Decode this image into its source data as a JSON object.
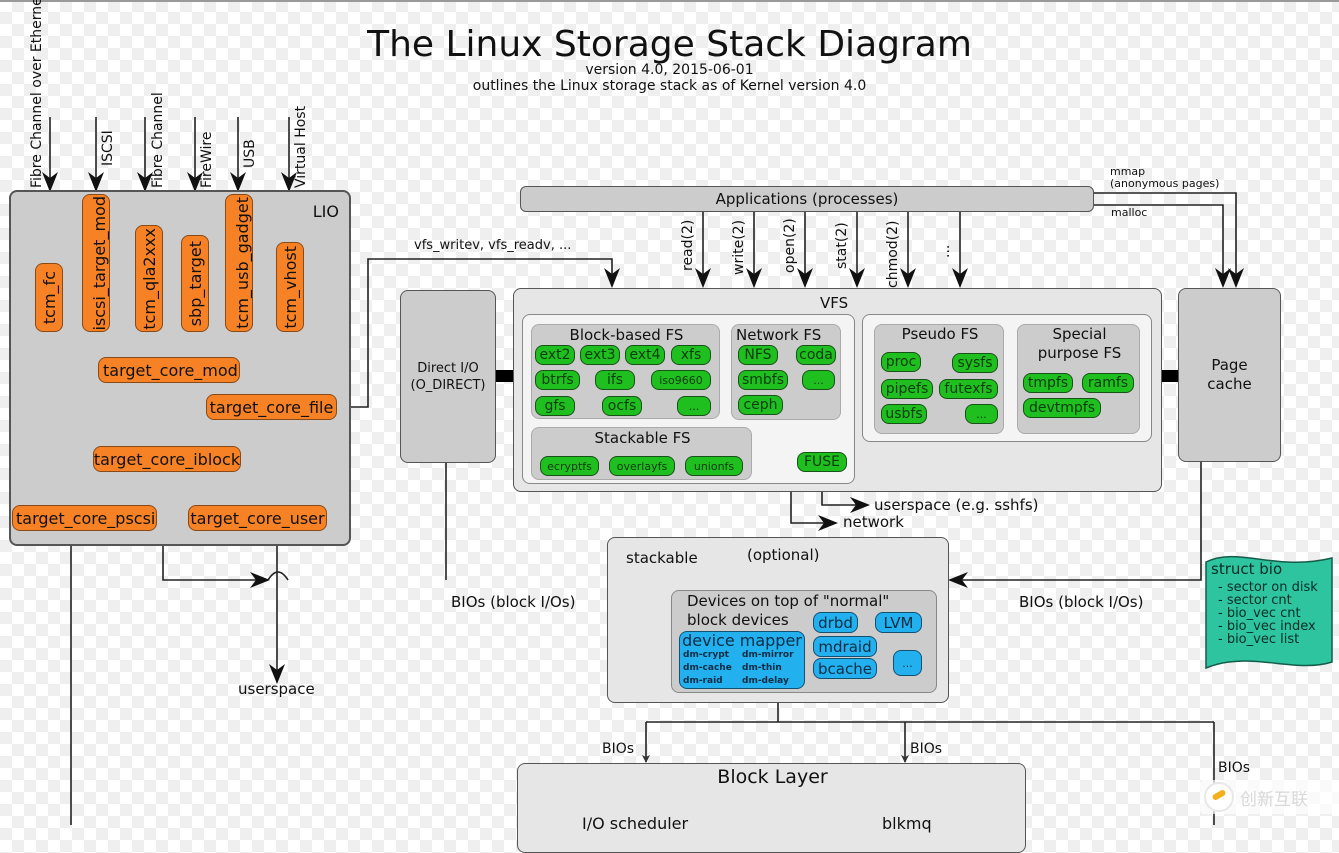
{
  "header": {
    "title": "The Linux Storage Stack Diagram",
    "version": "version 4.0, 2015-06-01",
    "subtitle": "outlines the Linux storage stack as of Kernel version 4.0"
  },
  "lio": {
    "label": "LIO",
    "inputs": [
      "Fibre Channel over Ethernet",
      "ISCSI",
      "Fibre Channel",
      "FireWire",
      "USB",
      "Virtual Host"
    ],
    "fabric_modules": [
      "tcm_fc",
      "iscsi_target_mod",
      "tcm_qla2xxx",
      "sbp_target",
      "tcm_usb_gadget",
      "tcm_vhost"
    ],
    "core": "target_core_mod",
    "backends": {
      "file": "target_core_file",
      "iblock": "target_core_iblock",
      "pscsi": "target_core_pscsi",
      "user": "target_core_user"
    }
  },
  "applications": {
    "label": "Applications (processes)",
    "syscalls": [
      "read(2)",
      "write(2)",
      "open(2)",
      "stat(2)",
      "chmod(2)",
      "..."
    ],
    "mmap": "mmap",
    "mmap_note": "(anonymous pages)",
    "malloc": "malloc"
  },
  "vfs_calls": "vfs_writev, vfs_readv, ...",
  "direct_io": {
    "line1": "Direct I/O",
    "line2": "(O_DIRECT)"
  },
  "vfs": {
    "label": "VFS",
    "block_fs": {
      "label": "Block-based FS",
      "items": [
        "ext2",
        "ext3",
        "ext4",
        "xfs",
        "btrfs",
        "ifs",
        "iso9660",
        "gfs",
        "ocfs",
        "..."
      ]
    },
    "network_fs": {
      "label": "Network FS",
      "items": [
        "NFS",
        "coda",
        "smbfs",
        "...",
        "ceph"
      ]
    },
    "stackable_fs": {
      "label": "Stackable FS",
      "items": [
        "ecryptfs",
        "overlayfs",
        "unionfs"
      ]
    },
    "fuse": "FUSE",
    "pseudo_fs": {
      "label": "Pseudo FS",
      "items": [
        "proc",
        "sysfs",
        "pipefs",
        "futexfs",
        "usbfs",
        "..."
      ]
    },
    "special_fs": {
      "label_line1": "Special",
      "label_line2": "purpose FS",
      "items": [
        "tmpfs",
        "ramfs",
        "devtmpfs"
      ]
    }
  },
  "page_cache": {
    "line1": "Page",
    "line2": "cache"
  },
  "fuse_target": "userspace (e.g. sshfs)",
  "network_target": "network",
  "lio_userspace": "userspace",
  "bios_left": "BIOs (block I/Os)",
  "bios_right": "BIOs (block I/Os)",
  "stacked": {
    "stackable": "stackable",
    "optional": "(optional)",
    "inner_line1": "Devices on top of \"normal\"",
    "inner_line2": "block devices",
    "device_mapper": {
      "label": "device mapper",
      "targets": [
        "dm-crypt",
        "dm-mirror",
        "dm-cache",
        "dm-thin",
        "dm-raid",
        "dm-delay"
      ]
    },
    "devices": [
      "drbd",
      "LVM",
      "mdraid",
      "bcache",
      "..."
    ]
  },
  "struct_bio": {
    "title": "struct bio",
    "fields": [
      "- sector on disk",
      "- sector cnt",
      "- bio_vec cnt",
      "- bio_vec index",
      "- bio_vec list"
    ]
  },
  "block_layer": {
    "label": "Block Layer",
    "io_scheduler": "I/O scheduler",
    "blkmq": "blkmq",
    "bios_a": "BIOs",
    "bios_b": "BIOs",
    "bios_c": "BIOs"
  },
  "watermark": "创新互联",
  "colors": {
    "orange": "#f78226",
    "green": "#1fbf1f",
    "blue": "#22b0ee",
    "teal": "#2ec4a0",
    "gray_box": "#cccccc",
    "light_box": "#e6e6e6"
  }
}
